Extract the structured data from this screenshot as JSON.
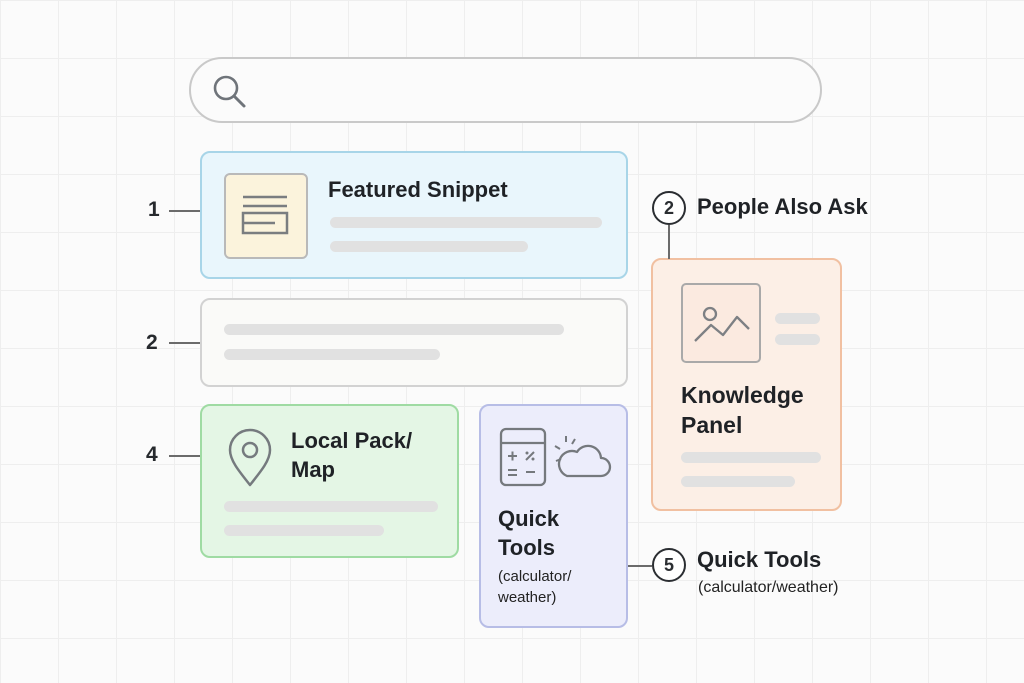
{
  "search_bar": {
    "icon": "search-icon"
  },
  "featured_snippet": {
    "title": "Featured Snippet",
    "icon": "text-document-icon",
    "color": "#e9f6fc"
  },
  "organic_result": {
    "color": "#fafaf8"
  },
  "local_pack": {
    "title": "Local Pack/\nMap",
    "icon": "map-pin-icon",
    "color": "#e4f6e5"
  },
  "quick_tools_card": {
    "title": "Quick\nTools",
    "subtitle": "(calculator/\nweather)",
    "icons": [
      "calculator-icon",
      "weather-cloud-icon"
    ],
    "color": "#ecedfb"
  },
  "knowledge_panel": {
    "title": "Knowledge\nPanel",
    "icon": "image-icon",
    "color": "#fcefe6"
  },
  "markers": {
    "m1": "1",
    "m2": "2",
    "m4": "4",
    "paa_number": "2",
    "paa_label": "People Also Ask",
    "qt_number": "5",
    "qt_label": "Quick Tools",
    "qt_sub": "(calculator/weather)"
  }
}
